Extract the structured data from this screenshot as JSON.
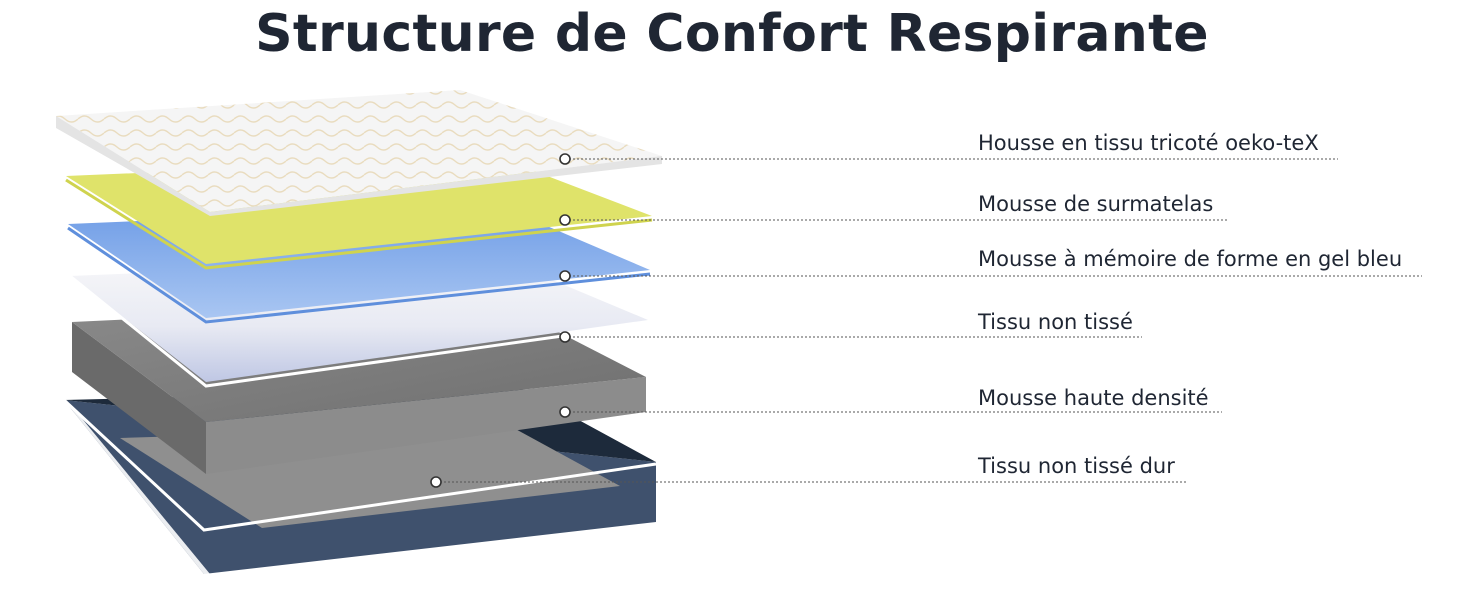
{
  "title": "Structure de Confort Respirante",
  "colors": {
    "title_text": "#1f2633",
    "cover": "#f4f4f4",
    "comfort_foam": "#dfe36a",
    "gel_foam": "#8fb6ec",
    "nonwoven": "#e6e9f3",
    "hd_foam": "#7f7f7f",
    "base": "#3f516d",
    "leader_line": "#555555"
  },
  "layers": [
    {
      "label": "Housse en tissu tricoté oeko-teX"
    },
    {
      "label": "Mousse de surmatelas"
    },
    {
      "label": "Mousse à mémoire de forme en gel bleu"
    },
    {
      "label": "Tissu non tissé"
    },
    {
      "label": "Mousse haute densité"
    },
    {
      "label": "Tissu non tissé dur"
    }
  ]
}
